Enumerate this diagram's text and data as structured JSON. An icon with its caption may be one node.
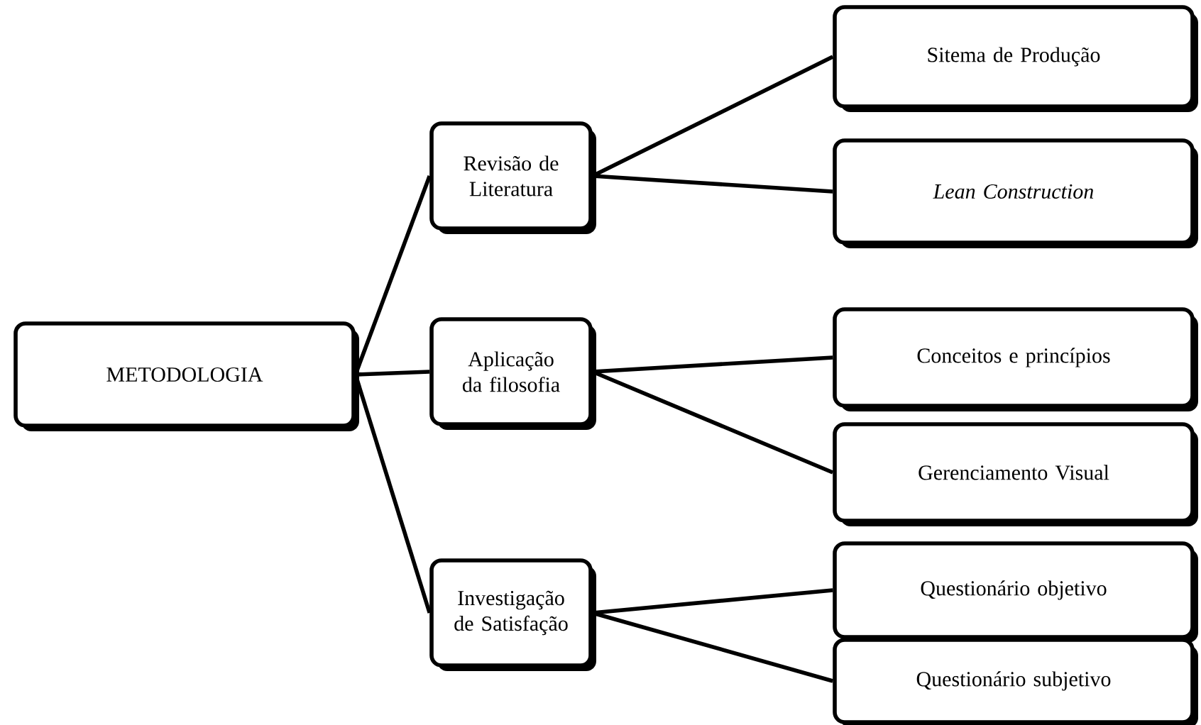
{
  "diagram": {
    "nodes": [
      {
        "text": [
          "METODOLOGIA"
        ]
      },
      {
        "text": [
          "Revisão de Literatura"
        ]
      },
      {
        "text": [
          "Aplicação da filosofia"
        ]
      },
      {
        "text": [
          "Investigação de Satisfação"
        ]
      },
      {
        "text": [
          "Sitema de Produção"
        ]
      },
      {
        "text": [
          "*Lean Construction*"
        ]
      },
      {
        "text": [
          "Conceitos e princípios"
        ]
      },
      {
        "text": [
          "Gerenciamento Visual"
        ]
      },
      {
        "text": [
          "Questionário objetivo"
        ]
      },
      {
        "text": [
          "Questionário subjetivo"
        ]
      }
    ],
    "edges": [
      {
        "from": 0,
        "to": 1,
        "arrow": "none"
      },
      {
        "from": 0,
        "to": 2,
        "arrow": "none"
      },
      {
        "from": 0,
        "to": 3,
        "arrow": "none"
      },
      {
        "from": 1,
        "to": 4,
        "arrow": "none"
      },
      {
        "from": 1,
        "to": 5,
        "arrow": "none"
      },
      {
        "from": 2,
        "to": 6,
        "arrow": "none"
      },
      {
        "from": 2,
        "to": 7,
        "arrow": "none"
      },
      {
        "from": 3,
        "to": 8,
        "arrow": "none"
      },
      {
        "from": 3,
        "to": 9,
        "arrow": "none"
      }
    ]
  }
}
